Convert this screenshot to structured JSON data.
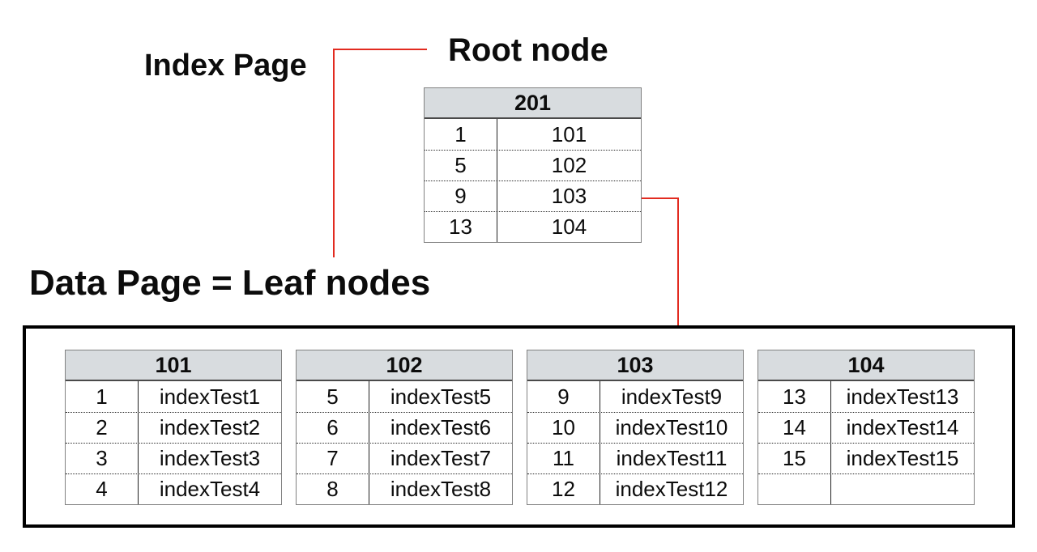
{
  "labels": {
    "index_page": "Index Page",
    "root_node": "Root node",
    "data_page": "Data Page = Leaf nodes"
  },
  "colors": {
    "connector_red": "#e22b20",
    "table_header_bg": "#d8dcdf"
  },
  "root_table": {
    "title": "201",
    "rows": [
      [
        "1",
        "101"
      ],
      [
        "5",
        "102"
      ],
      [
        "9",
        "103"
      ],
      [
        "13",
        "104"
      ]
    ]
  },
  "leaf_tables": [
    {
      "title": "101",
      "rows": [
        [
          "1",
          "indexTest1"
        ],
        [
          "2",
          "indexTest2"
        ],
        [
          "3",
          "indexTest3"
        ],
        [
          "4",
          "indexTest4"
        ]
      ]
    },
    {
      "title": "102",
      "rows": [
        [
          "5",
          "indexTest5"
        ],
        [
          "6",
          "indexTest6"
        ],
        [
          "7",
          "indexTest7"
        ],
        [
          "8",
          "indexTest8"
        ]
      ]
    },
    {
      "title": "103",
      "rows": [
        [
          "9",
          "indexTest9"
        ],
        [
          "10",
          "indexTest10"
        ],
        [
          "11",
          "indexTest11"
        ],
        [
          "12",
          "indexTest12"
        ]
      ]
    },
    {
      "title": "104",
      "rows": [
        [
          "13",
          "indexTest13"
        ],
        [
          "14",
          "indexTest14"
        ],
        [
          "15",
          "indexTest15"
        ],
        [
          "",
          ""
        ]
      ]
    }
  ]
}
